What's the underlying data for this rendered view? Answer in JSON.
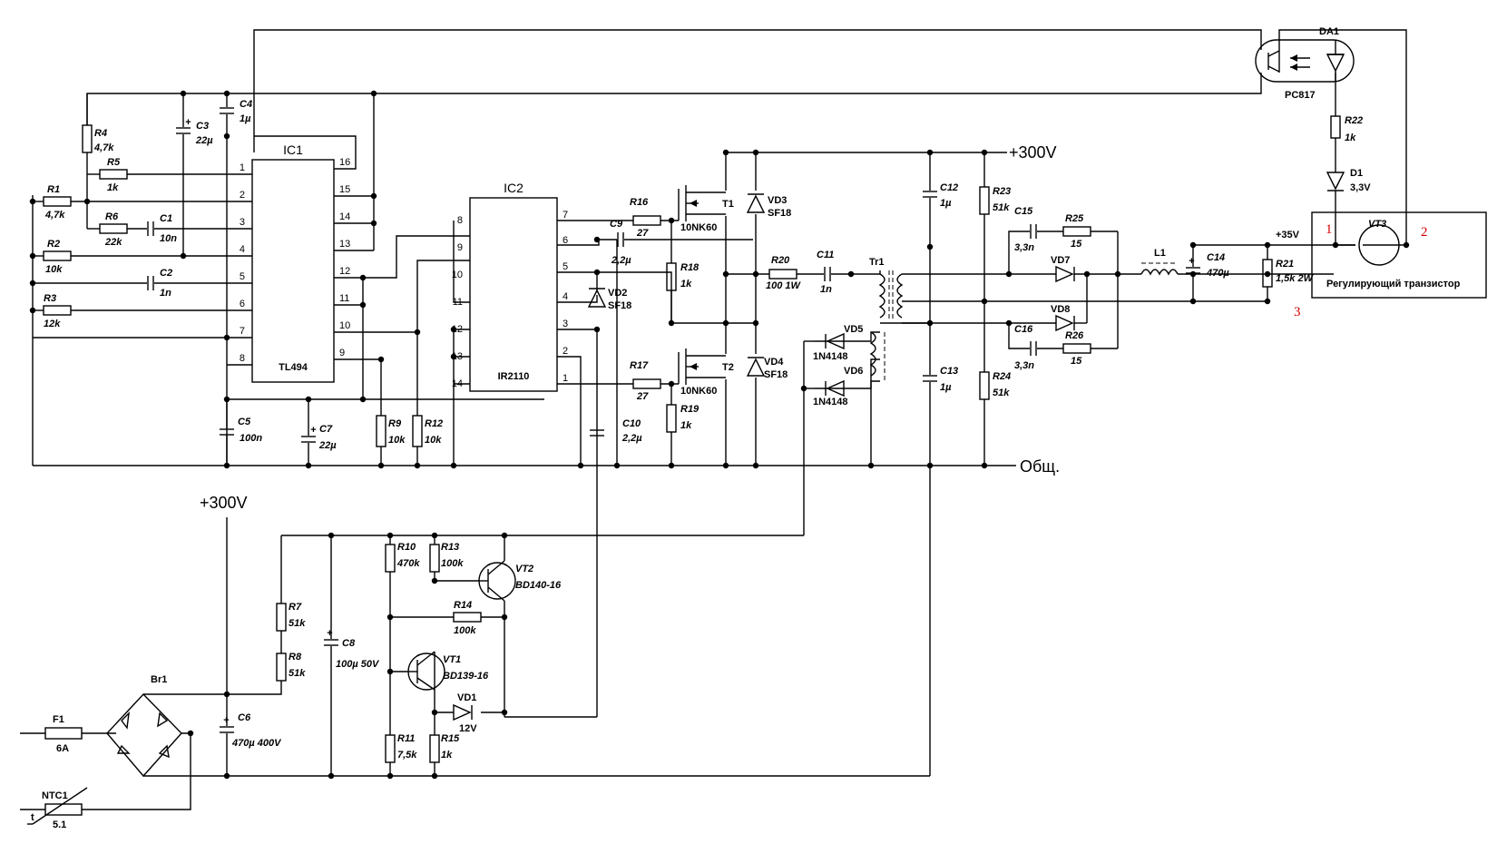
{
  "supply": {
    "rail_top": "+300V",
    "rail_bottom": "+300V",
    "ground": "Общ.",
    "out_v": "+35V"
  },
  "ics": {
    "ic1": {
      "name": "IC1",
      "type": "TL494",
      "left_pins": [
        "1",
        "2",
        "3",
        "4",
        "5",
        "6",
        "7",
        "8"
      ],
      "right_pins": [
        "16",
        "15",
        "14",
        "13",
        "12",
        "11",
        "10",
        "9"
      ]
    },
    "ic2": {
      "name": "IC2",
      "type": "IR2110",
      "left_pins": [
        "8",
        "9",
        "10",
        "11",
        "12",
        "13",
        "14"
      ],
      "right_pins": [
        "7",
        "6",
        "5",
        "4",
        "3",
        "2",
        "1"
      ]
    }
  },
  "parts": {
    "R1": [
      "R1",
      "4,7k"
    ],
    "R2": [
      "R2",
      "10k"
    ],
    "R3": [
      "R3",
      "12k"
    ],
    "R4": [
      "R4",
      "4,7k"
    ],
    "R5": [
      "R5",
      "1k"
    ],
    "R6": [
      "R6",
      "22k"
    ],
    "R7": [
      "R7",
      "51k"
    ],
    "R8": [
      "R8",
      "51k"
    ],
    "R9": [
      "R9",
      "10k"
    ],
    "R10": [
      "R10",
      "470k"
    ],
    "R11": [
      "R11",
      "7,5k"
    ],
    "R12": [
      "R12",
      "10k"
    ],
    "R13": [
      "R13",
      "100k"
    ],
    "R14": [
      "R14",
      "100k"
    ],
    "R15": [
      "R15",
      "1k"
    ],
    "R16": [
      "R16",
      "27"
    ],
    "R17": [
      "R17",
      "27"
    ],
    "R18": [
      "R18",
      "1k"
    ],
    "R19": [
      "R19",
      "1k"
    ],
    "R20": [
      "R20",
      "100 1W"
    ],
    "R21": [
      "R21",
      "1,5k 2W"
    ],
    "R22": [
      "R22",
      "1k"
    ],
    "R23": [
      "R23",
      "51k"
    ],
    "R24": [
      "R24",
      "51k"
    ],
    "R25": [
      "R25",
      "15"
    ],
    "R26": [
      "R26",
      "15"
    ],
    "C1": [
      "C1",
      "10n"
    ],
    "C2": [
      "C2",
      "1n"
    ],
    "C3": [
      "C3",
      "22µ"
    ],
    "C4": [
      "C4",
      "1µ"
    ],
    "C5": [
      "C5",
      "100n"
    ],
    "C6": [
      "C6",
      "470µ 400V"
    ],
    "C7": [
      "C7",
      "22µ"
    ],
    "C8": [
      "C8",
      "100µ 50V"
    ],
    "C9": [
      "C9",
      "2,2µ"
    ],
    "C10": [
      "C10",
      "2,2µ"
    ],
    "C11": [
      "C11",
      "1n"
    ],
    "C12": [
      "C12",
      "1µ"
    ],
    "C13": [
      "C13",
      "1µ"
    ],
    "C14": [
      "C14",
      "470µ"
    ],
    "C15": [
      "C15",
      "3,3n"
    ],
    "C16": [
      "C16",
      "3,3n"
    ],
    "VD1": [
      "VD1",
      "12V"
    ],
    "VD2": [
      "VD2",
      "SF18"
    ],
    "VD3": [
      "VD3",
      "SF18"
    ],
    "VD4": [
      "VD4",
      "SF18"
    ],
    "VD5": [
      "VD5",
      "1N4148"
    ],
    "VD6": [
      "VD6",
      "1N4148"
    ],
    "VD7": [
      "VD7"
    ],
    "VD8": [
      "VD8"
    ],
    "D1": [
      "D1",
      "3,3V"
    ],
    "T1": [
      "T1",
      "10NK60"
    ],
    "T2": [
      "T2",
      "10NK60"
    ],
    "VT1": [
      "VT1",
      "BD139-16"
    ],
    "VT2": [
      "VT2",
      "BD140-16"
    ],
    "VT3": [
      "VT3"
    ],
    "DA1": [
      "DA1",
      "PC817"
    ],
    "Tr1": [
      "Tr1"
    ],
    "L1": [
      "L1"
    ],
    "Br1": [
      "Br1"
    ],
    "F1": [
      "F1",
      "6A"
    ],
    "NTC1": [
      "NTC1",
      "5.1",
      "t"
    ]
  },
  "module": {
    "caption": "Регулирующий транзистор",
    "pin_labels": [
      "1",
      "2",
      "3"
    ]
  },
  "colors": {
    "line": "#000000",
    "pin_numbers": "#d40000",
    "background": "#ffffff"
  }
}
